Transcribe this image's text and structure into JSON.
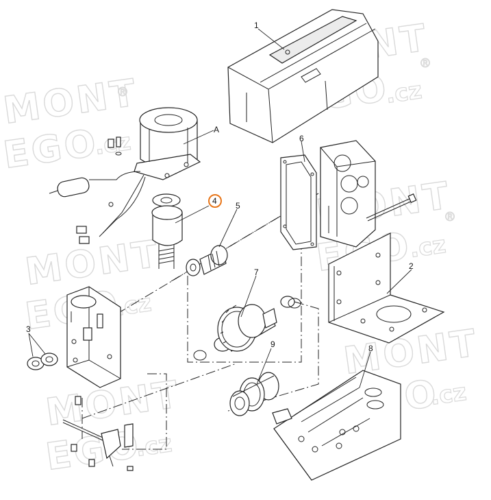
{
  "diagram": {
    "callouts": {
      "c1": "1",
      "c2": "2",
      "c3": "3",
      "c4": "4",
      "c5": "5",
      "c6": "6",
      "c7": "7",
      "c8": "8",
      "c9": "9",
      "cA": "A"
    },
    "highlight_color": "#e8761a",
    "highlighted_part": "4"
  },
  "watermark": {
    "line1": "MONT",
    "line2": "EGO",
    "suffix": ".cz",
    "mark": "®"
  }
}
